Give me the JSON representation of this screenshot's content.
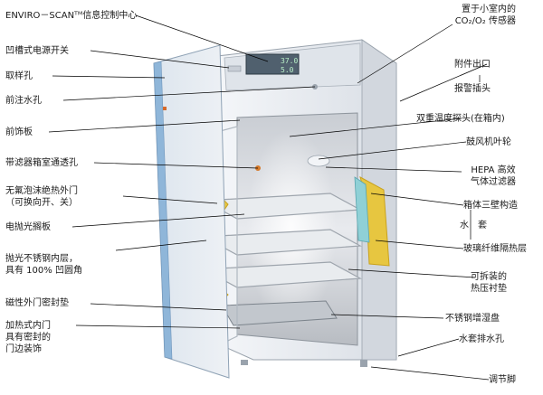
{
  "labels_left": [
    {
      "id": "enviro-scan",
      "text": "ENVIRO－SCANᵀᴹ信息控制中心"
    },
    {
      "id": "recessed-power-switch",
      "text": "凹槽式电源开关"
    },
    {
      "id": "sample-port",
      "text": "取样孔"
    },
    {
      "id": "front-fill-port",
      "text": "前注水孔"
    },
    {
      "id": "front-panel",
      "text": "前饰板"
    },
    {
      "id": "filtered-vent",
      "text": "带滤器箱室通透孔"
    },
    {
      "id": "outer-door",
      "text": "无氟泡沫绝热外门\n（可换向开、关）"
    },
    {
      "id": "polished-shelf",
      "text": "电抛光搁板"
    },
    {
      "id": "inner-chamber",
      "text": "抛光不锈钢内层，\n具有 100% 凹圆角"
    },
    {
      "id": "outer-gasket",
      "text": "磁性外门密封垫"
    },
    {
      "id": "heated-inner-door",
      "text": "加热式内门\n具有密封的\n门边装饰"
    }
  ],
  "labels_right": [
    {
      "id": "co2-sensor",
      "text": "置于小室内的\nCO₂/O₂ 传感器"
    },
    {
      "id": "accessory-port",
      "text": "附件出口"
    },
    {
      "id": "alarm-jack",
      "text": "报警插头"
    },
    {
      "id": "dual-temp-probe",
      "text": "双重温度探头(在箱内)"
    },
    {
      "id": "blower-wheel",
      "text": "鼓风机叶轮"
    },
    {
      "id": "hepa-filter",
      "text": "HEPA 高效\n气体过滤器"
    },
    {
      "id": "triple-wall",
      "text": "箱体三壁构造"
    },
    {
      "id": "water",
      "text": "水"
    },
    {
      "id": "jacket",
      "text": "套"
    },
    {
      "id": "fiberglass",
      "text": "玻璃纤维隔热层"
    },
    {
      "id": "removable-gasket",
      "text": "可拆装的\n热压衬垫"
    },
    {
      "id": "humidity-pan",
      "text": "不锈钢增湿盘"
    },
    {
      "id": "jacket-drain",
      "text": "水套排水孔"
    },
    {
      "id": "leveling-feet",
      "text": "调节脚"
    }
  ],
  "display": {
    "upper_reading": "37.0",
    "lower_reading": "5.0"
  },
  "colors": {
    "cabinet": "#e9edf2",
    "door": "#e4e9ef",
    "door_edge": "#8fb6d9",
    "insulation": "#e7c640",
    "interior": "#cfd3d8",
    "leader": "#000000"
  }
}
